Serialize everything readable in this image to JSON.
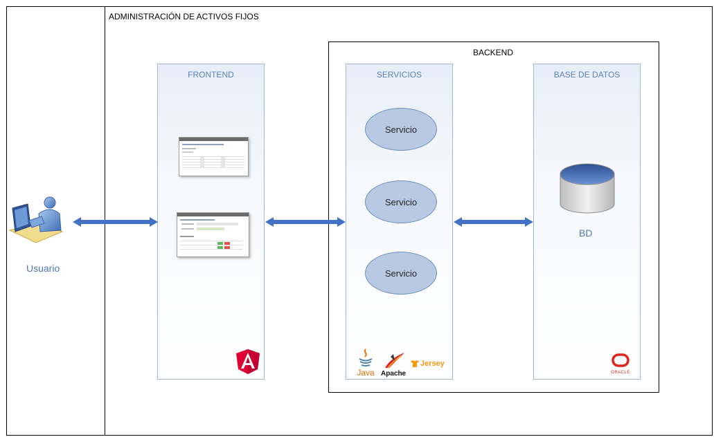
{
  "diagram": {
    "system_title": "ADMINISTRACIÓN DE ACTIVOS FIJOS",
    "backend_title": "BACKEND",
    "user": {
      "label": "Usuario",
      "icon": "user-computer-icon"
    },
    "lanes": {
      "frontend": {
        "title": "FRONTEND",
        "logo": "angular-logo"
      },
      "services": {
        "title": "SERVICIOS",
        "logos": [
          "java-logo",
          "apache-logo",
          "jersey-logo"
        ]
      },
      "database": {
        "title": "BASE DE DATOS",
        "logo": "oracle-logo"
      }
    },
    "services": [
      "Servicio",
      "Servicio",
      "Servicio"
    ],
    "database": {
      "label": "BD",
      "icon": "database-cylinder-icon"
    },
    "logo_texts": {
      "java": "Java",
      "apache": "Apache",
      "jersey": "Jersey",
      "oracle": "ORACLE"
    },
    "colors": {
      "arrow": "#4472c4",
      "lane_border": "#9bb7d6",
      "lane_title": "#5a82b6",
      "service_fill": "#b7c9e3",
      "angular_red": "#dd0031",
      "oracle_red": "#e2231a"
    }
  }
}
